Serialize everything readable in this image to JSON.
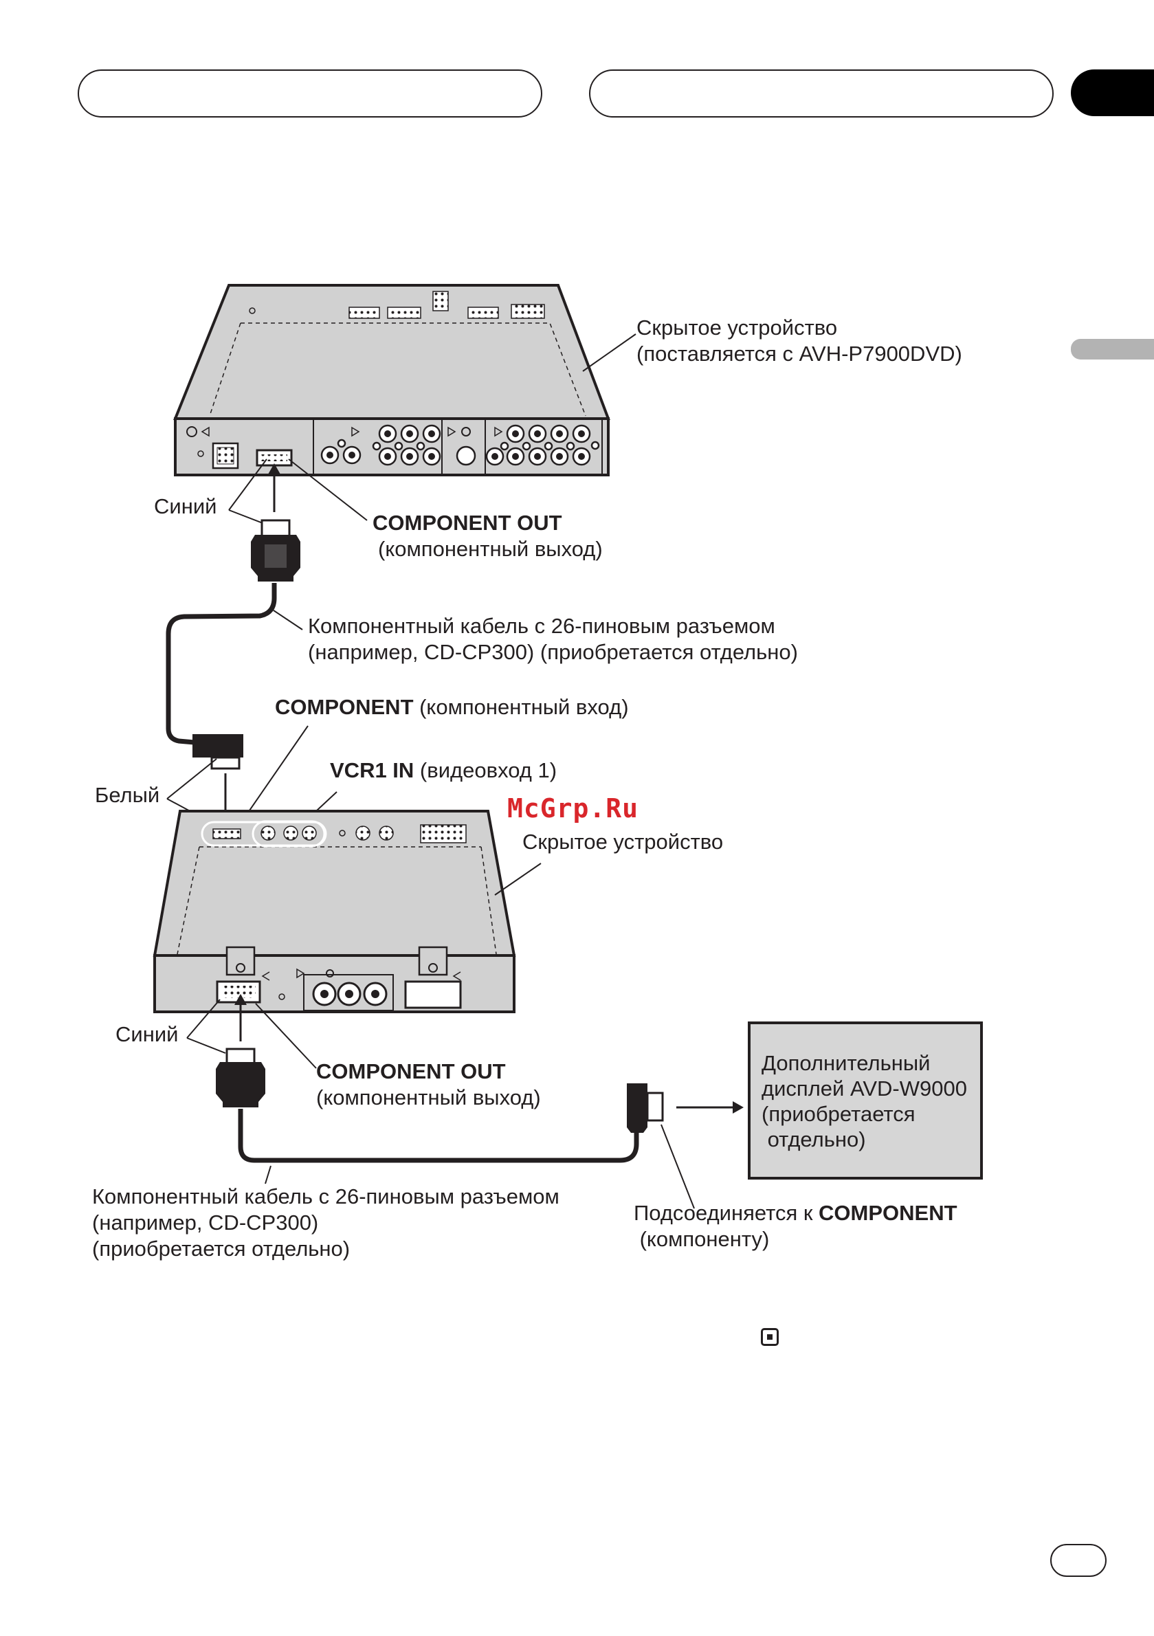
{
  "unit1": {
    "name": "Скрытое устройство",
    "note": "(поставляется с AVH-P7900DVD)"
  },
  "unit1_labels": {
    "blue": "Синий",
    "component_out": "COMPONENT OUT",
    "component_out_ru": "(компонентный выход)"
  },
  "cable1": {
    "line1": "Компонентный кабель с 26-пиновым разъемом",
    "line2": "(например, CD-CP300) (приобретается отдельно)"
  },
  "unit2_labels": {
    "component": "COMPONENT",
    "component_ru": " (компонентный вход)",
    "white": "Белый",
    "vcr1": "VCR1 IN",
    "vcr1_ru": " (видеовход 1)",
    "name": "Скрытое устройство",
    "blue": "Синий",
    "component_out": "COMPONENT OUT",
    "component_out_ru": "(компонентный выход)"
  },
  "cable2": {
    "line1": "Компонентный кабель с 26-пиновым разъемом",
    "line2": "(например, CD-CP300)",
    "line3": "(приобретается отдельно)"
  },
  "display": {
    "lines": [
      "Дополнительный",
      "дисплей AVD-W9000",
      "(приобретается",
      " отдельно)"
    ]
  },
  "connect": {
    "prefix": "Подсоединяется к ",
    "bold": "COMPONENT",
    "line2": " (компоненту)"
  },
  "watermark": "McGrp.Ru",
  "colors": {
    "unit_fill": "#d1d1d1",
    "display_fill": "#d6d6d6",
    "line": "#231f20",
    "watermark": "#d9262b"
  }
}
